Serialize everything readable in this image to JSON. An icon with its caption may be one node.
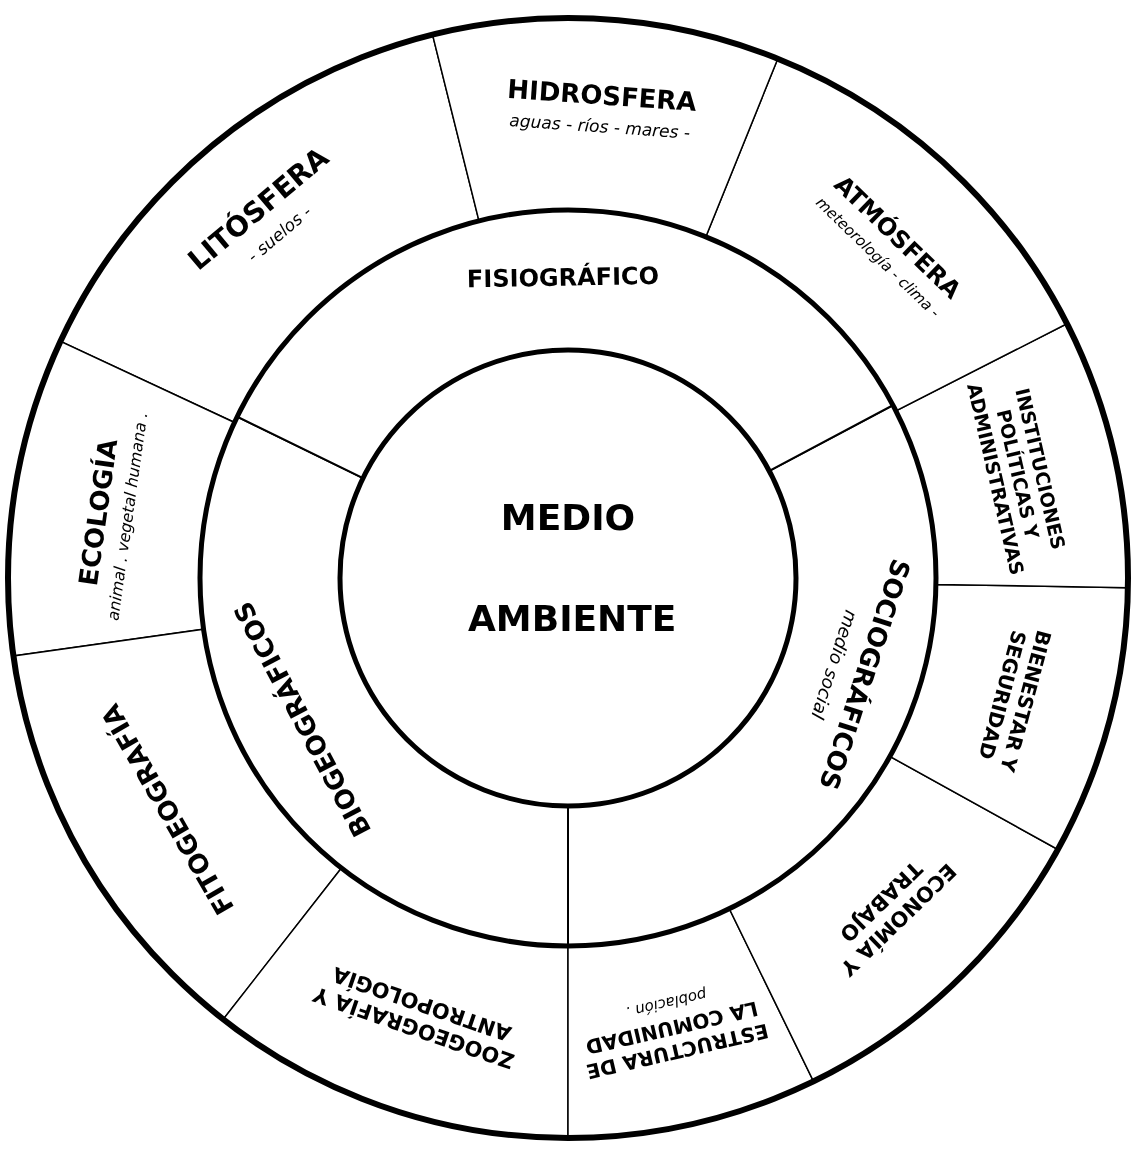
{
  "diagram": {
    "nodes": [
      {
        "text": [
          "MEDIO AMBIENTE"
        ]
      },
      {
        "text": [
          "FISIOGRÁFICO"
        ]
      },
      {
        "text": [
          "SOCIOGRÁFICOS",
          "medio social"
        ]
      },
      {
        "text": [
          "BIOGEOGRÁFICOS"
        ]
      },
      {
        "text": [
          "HIDROSFERA",
          "aguas - ríos - mares -"
        ]
      },
      {
        "text": [
          "ATMÓSFERA",
          "meteorología - clima -"
        ]
      },
      {
        "text": [
          "INSTITUCIONES POLÍTICAS Y ADMINISTRATIVAS"
        ]
      },
      {
        "text": [
          "BIENESTAR Y SEGURIDAD"
        ]
      },
      {
        "text": [
          "ECONOMÍA Y TRABAJO"
        ]
      },
      {
        "text": [
          "ESTRUCTURA DE LA COMUNIDAD",
          "población ."
        ]
      },
      {
        "text": [
          "ZOOGEOGRAFÍA Y ANTROPOLOGÍA"
        ]
      },
      {
        "text": [
          "FITOGEOGRAFÍA"
        ]
      },
      {
        "text": [
          "ECOLOGÍA",
          "animal . vegetal humana ."
        ]
      },
      {
        "text": [
          "LITÓSFERA",
          "- suelos -"
        ]
      }
    ]
  }
}
